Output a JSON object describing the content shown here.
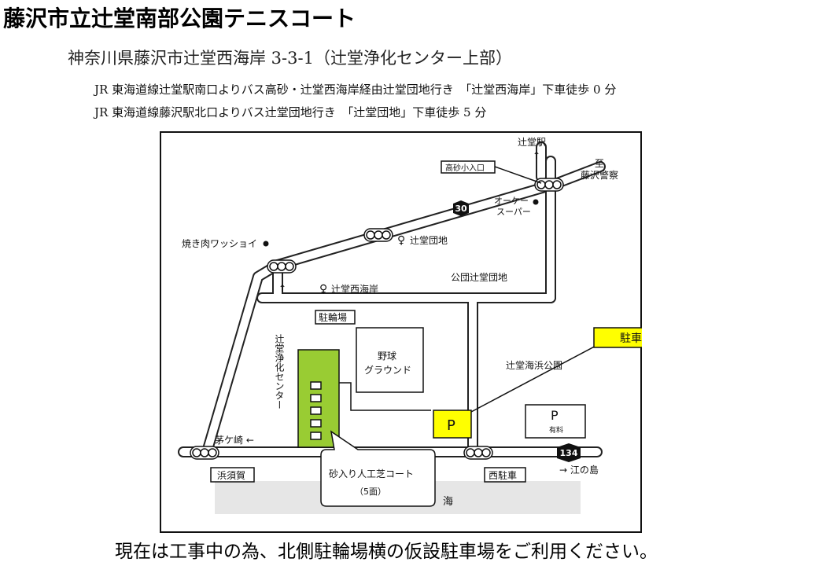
{
  "header": {
    "title": "藤沢市立辻堂南部公園テニスコート",
    "address": "神奈川県藤沢市辻堂西海岸 3-3-1（辻堂浄化センター上部）",
    "access": [
      "JR 東海道線辻堂駅南口よりバス高砂・辻堂西海岸経由辻堂団地行き　「辻堂西海岸」下車徒歩 0 分",
      "JR 東海道線藤沢駅北口よりバス辻堂団地行き　「辻堂団地」下車徒歩 5 分"
    ]
  },
  "map": {
    "labels": {
      "tsujido_station": "辻堂駅",
      "takasago_entrance": "高砂小入口",
      "to_fujisawa_1": "至",
      "to_fujisawa_2": "藤沢警察",
      "okay_1": "オーケー",
      "okay_2": "スーパー",
      "yakiniku": "焼き肉ワッショイ",
      "bus_tsujido_danchi": "辻堂団地",
      "bus_tsujido_nishikaigan": "辻堂西海岸",
      "koudan_tsujido_danchi": "公団辻堂団地",
      "bicycle_parking": "駐輪場",
      "baseball_1": "野球",
      "baseball_2": "グラウンド",
      "purification_center": "辻堂浄化センター",
      "tsujido_beach_park": "辻堂海浜公園",
      "parking_callout": "駐車場",
      "parking_p": "P",
      "paid_p": "P",
      "paid_label": "有料",
      "chigasaki": "茅ケ崎 ←",
      "enoshima": "→ 江の島",
      "hamasuka": "浜須賀",
      "nishi_chushajo": "西駐車",
      "court_1": "砂入り人工芝コート",
      "court_2": "（5面）",
      "sea": "海",
      "route_30": "30",
      "route_134": "134",
      "up_arrow": "↑"
    },
    "colors": {
      "court_green": "#99cc33",
      "parking_yellow": "#ffff00",
      "sea_gray": "#e6e6e6",
      "road_stroke": "#222222"
    }
  },
  "footer": {
    "notice": "現在は工事中の為、北側駐輪場横の仮設駐車場をご利用ください。"
  }
}
